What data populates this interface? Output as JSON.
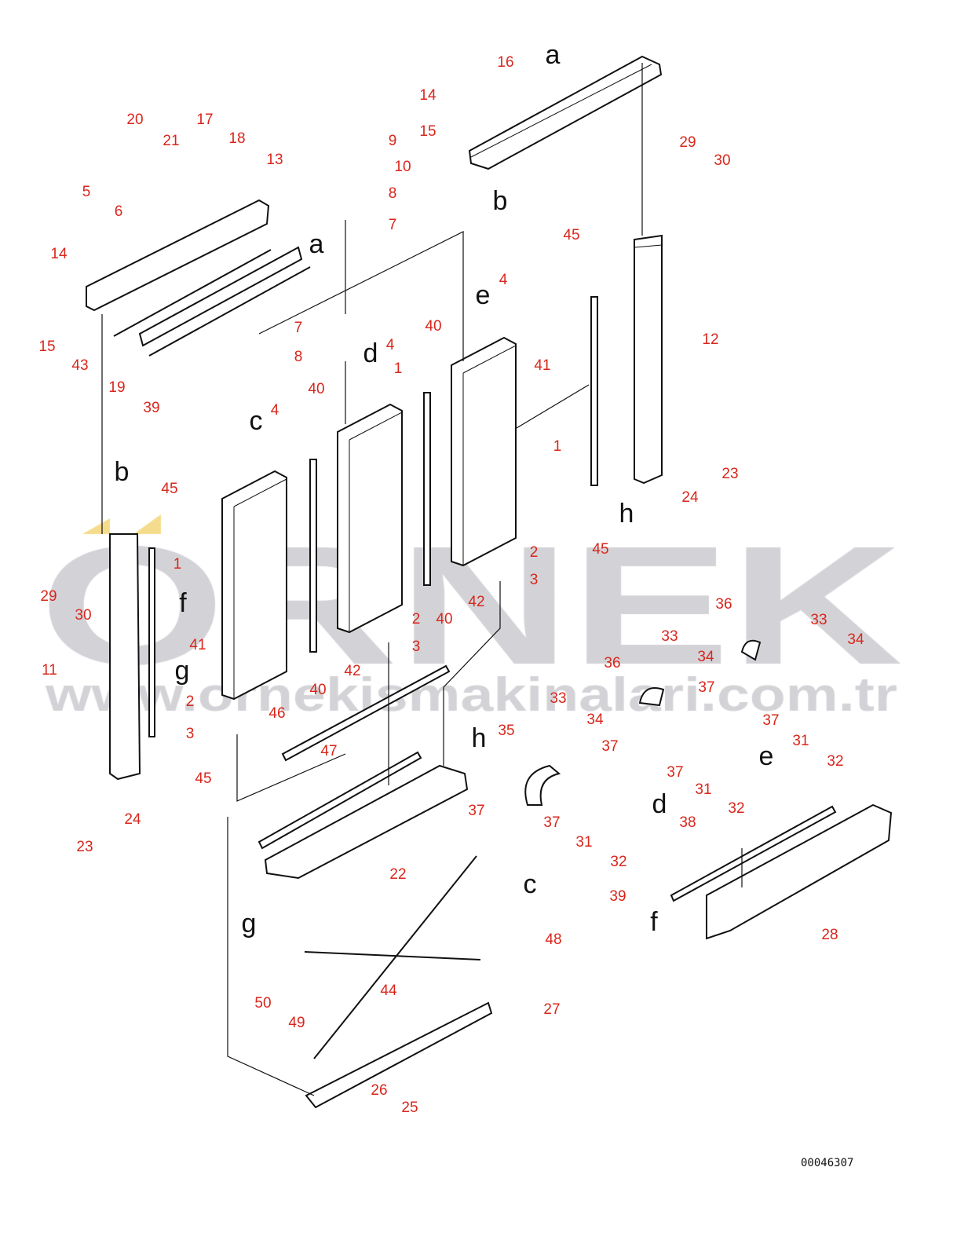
{
  "watermark": {
    "logo_text": "ORNEK",
    "url_text": "www.ornekismakinalari.com.tr"
  },
  "drawing_code": "00046307",
  "callouts": [
    "20",
    "21",
    "17",
    "18",
    "13",
    "5",
    "6",
    "14",
    "15",
    "43",
    "19",
    "39",
    "9",
    "10",
    "8",
    "7",
    "14",
    "15",
    "16",
    "29",
    "30",
    "45",
    "4",
    "4",
    "7",
    "8",
    "4",
    "40",
    "41",
    "12",
    "1",
    "40",
    "1",
    "23",
    "24",
    "45",
    "1",
    "29",
    "30",
    "41",
    "11",
    "45",
    "2",
    "3",
    "42",
    "40",
    "2",
    "3",
    "42",
    "40",
    "36",
    "33",
    "34",
    "33",
    "34",
    "36",
    "37",
    "37",
    "31",
    "32",
    "2",
    "3",
    "45",
    "46",
    "47",
    "35",
    "33",
    "34",
    "37",
    "37",
    "31",
    "32",
    "37",
    "37",
    "31",
    "32",
    "38",
    "22",
    "39",
    "28",
    "24",
    "23",
    "48",
    "50",
    "49",
    "44",
    "27",
    "26",
    "25"
  ],
  "view_letters": [
    "a",
    "a",
    "b",
    "e",
    "d",
    "c",
    "b",
    "f",
    "g",
    "h",
    "h",
    "d",
    "e",
    "c",
    "f",
    "g"
  ],
  "colors": {
    "callout": "#d9261c",
    "watermark": "#d3d3d7",
    "line": "#111111"
  }
}
